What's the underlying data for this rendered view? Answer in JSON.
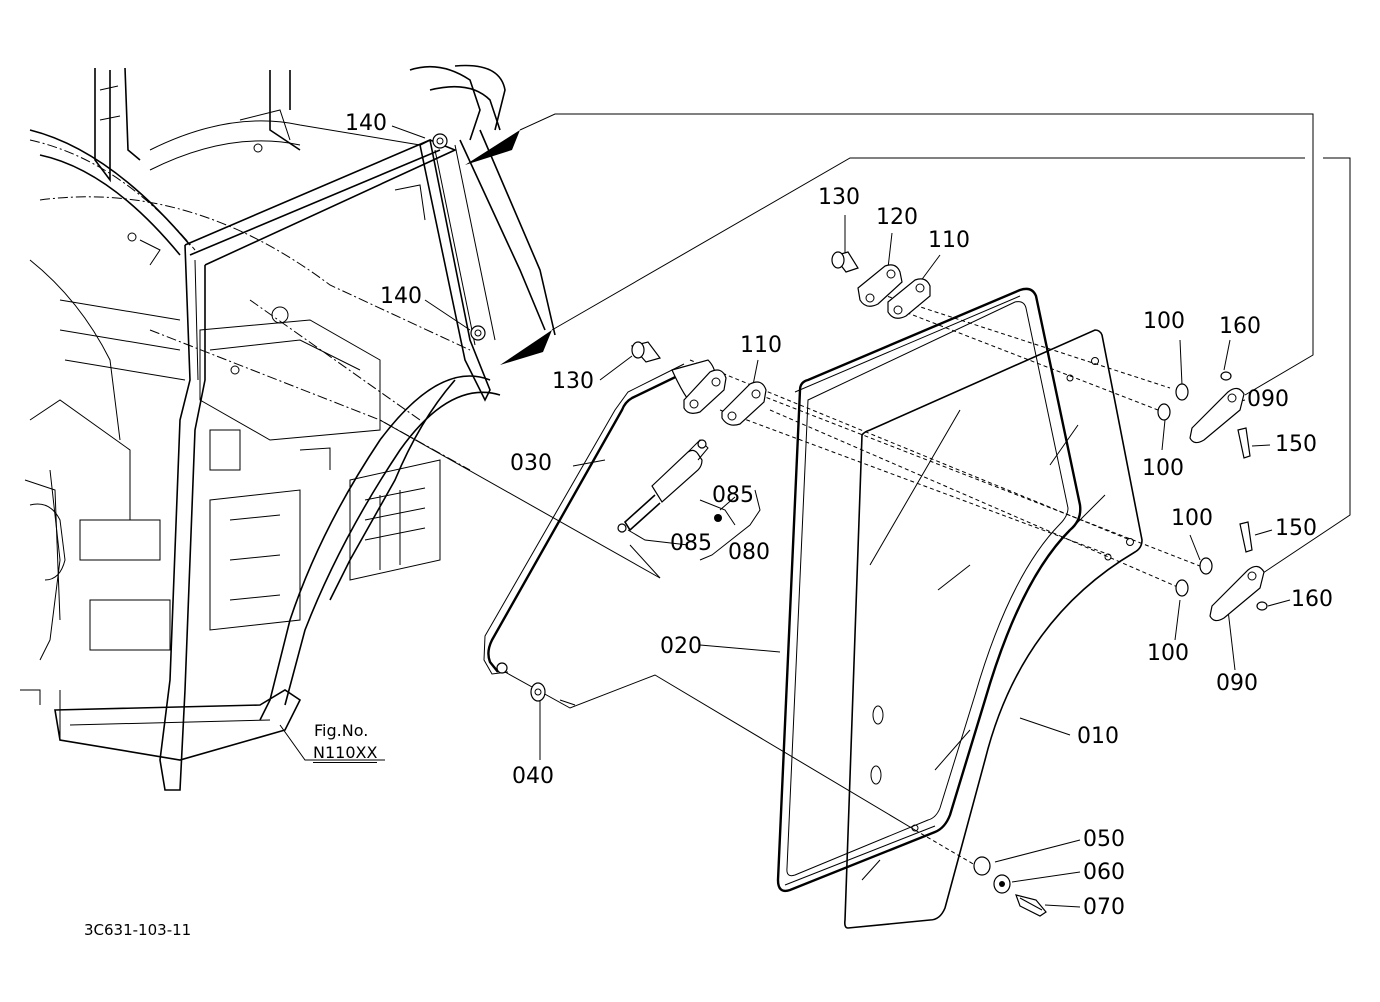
{
  "figure": {
    "fig_no_label": "Fig.No.",
    "fig_no": "N110XX",
    "drawing_code": "3C631-103-11"
  },
  "parts": {
    "p010": "010",
    "p020": "020",
    "p030": "030",
    "p040": "040",
    "p050": "050",
    "p060": "060",
    "p070": "070",
    "p080": "080",
    "p085a": "085",
    "p085b": "085",
    "p090a": "090",
    "p090b": "090",
    "p100a": "100",
    "p100b": "100",
    "p100c": "100",
    "p100d": "100",
    "p110a": "110",
    "p110b": "110",
    "p120": "120",
    "p130a": "130",
    "p130b": "130",
    "p140a": "140",
    "p140b": "140",
    "p150a": "150",
    "p150b": "150",
    "p160a": "160",
    "p160b": "160"
  }
}
